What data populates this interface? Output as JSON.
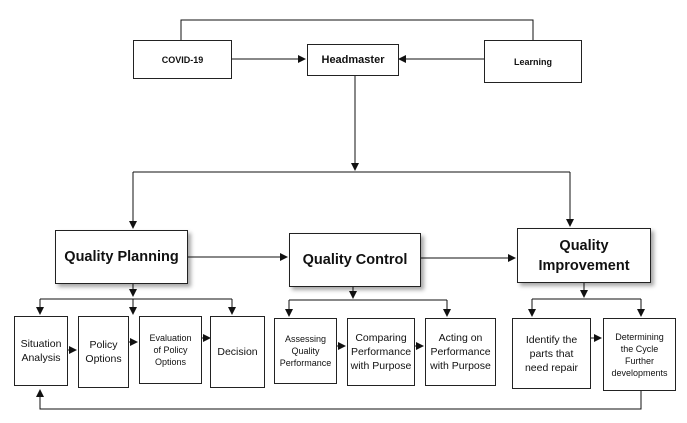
{
  "top": {
    "covid": "COVID-19",
    "headmaster": "Headmaster",
    "learning": "Learning"
  },
  "main": {
    "planning": "Quality Planning",
    "control": "Quality Control",
    "improvement_line1": "Quality",
    "improvement_line2": "Improvement"
  },
  "planning_steps": {
    "situation_1": "Situation",
    "situation_2": "Analysis",
    "policy_1": "Policy",
    "policy_2": "Options",
    "evaluation_1": "Evaluation",
    "evaluation_2": "of Policy",
    "evaluation_3": "Options",
    "decision": "Decision"
  },
  "control_steps": {
    "assessing_1": "Assessing",
    "assessing_2": "Quality",
    "assessing_3": "Performance",
    "comparing_1": "Comparing",
    "comparing_2": "Performance",
    "comparing_3": "with Purpose",
    "acting_1": "Acting on",
    "acting_2": "Performance",
    "acting_3": "with Purpose"
  },
  "improvement_steps": {
    "identify_1": "Identify the",
    "identify_2": "parts that",
    "identify_3": "need repair",
    "determining_1": "Determining",
    "determining_2": "the Cycle",
    "determining_3": "Further",
    "determining_4": "developments"
  }
}
